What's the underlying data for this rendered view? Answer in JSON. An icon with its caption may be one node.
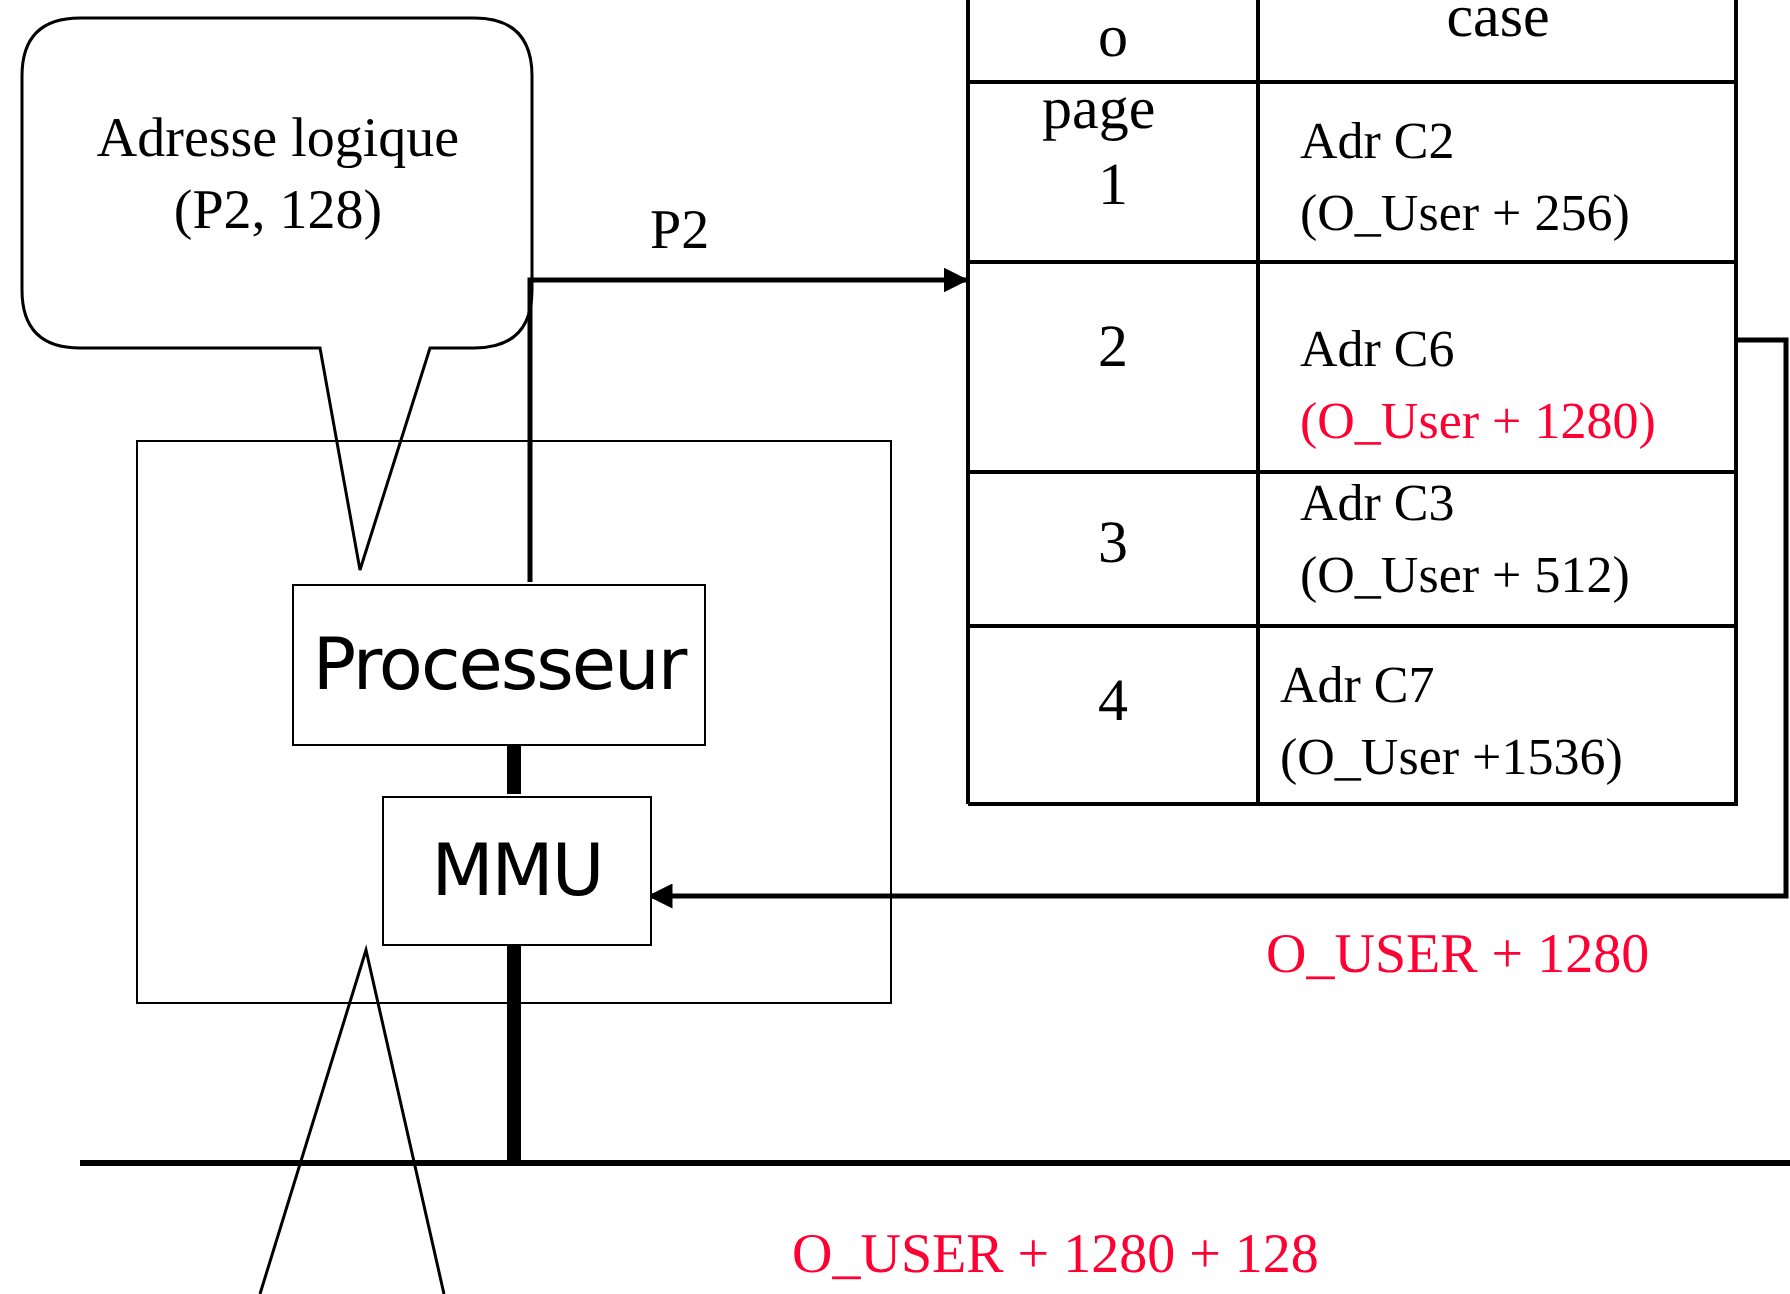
{
  "diagram": {
    "nodes": [
      {
        "text": [
          "Adresse logique (P2, 128)"
        ]
      },
      {
        "text": [],
        "shape": "box"
      },
      {
        "text": [
          "Processeur"
        ],
        "in": 1
      },
      {
        "text": [
          "MMU"
        ],
        "in": 1
      },
      {
        "text": [],
        "shape": "box"
      },
      {
        "text": [
          "o"
        ],
        "in": 4
      },
      {
        "text": [
          "case"
        ],
        "in": 4
      },
      {
        "text": [
          "1"
        ],
        "in": 4
      },
      {
        "text": [
          "Adr C2",
          "(O_User + 256)"
        ],
        "in": 4
      },
      {
        "text": [
          "2"
        ],
        "in": 4
      },
      {
        "text": [
          "Adr C6",
          "(O_User + 1280)"
        ],
        "in": 4
      },
      {
        "text": [
          "3"
        ],
        "in": 4
      },
      {
        "text": [
          "Adr C3",
          "(O_User + 512)"
        ],
        "in": 4
      },
      {
        "text": [
          "4"
        ],
        "in": 4
      },
      {
        "text": [
          "Adr C7",
          "(O_User +1536)"
        ],
        "in": 4
      },
      {
        "text": [],
        "shape": "bar"
      }
    ],
    "edges": [
      {
        "from": 2,
        "to": 9,
        "arrow": "to",
        "label": "P2"
      },
      {
        "from": 2,
        "to": 3,
        "arrow": "none",
        "style": "thick"
      },
      {
        "from": 10,
        "to": 3,
        "arrow": "to",
        "label": "O_USER + 1280"
      },
      {
        "from": 3,
        "to": 15,
        "arrow": "none",
        "style": "thick"
      }
    ],
    "labels": [
      "page",
      "O_USER + 1280 + 128"
    ]
  }
}
